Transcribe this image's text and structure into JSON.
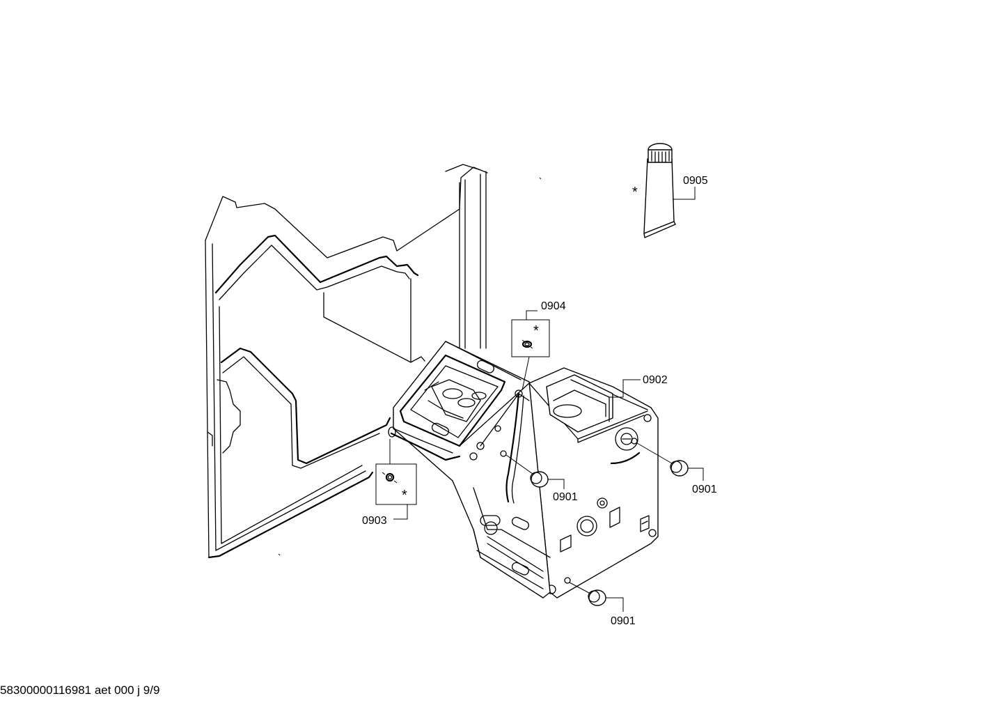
{
  "labels": {
    "part_0905": "0905",
    "part_0904": "0904",
    "part_0902": "0902",
    "part_0901_a": "0901",
    "part_0901_b": "0901",
    "part_0901_c": "0901",
    "part_0903": "0903",
    "asterisk_0905": "*",
    "asterisk_0904": "*",
    "asterisk_0903": "*"
  },
  "footer": {
    "document_code": "58300000116981 aet 000 j 9/9"
  }
}
